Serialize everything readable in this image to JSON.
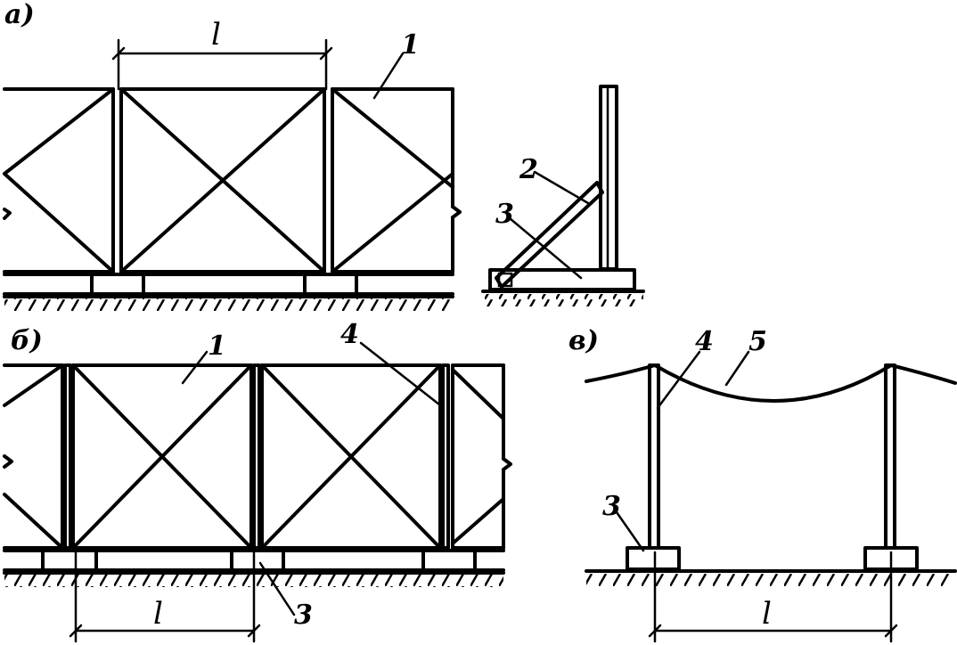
{
  "panels": {
    "a": "а)",
    "b": "б)",
    "c": "в)"
  },
  "numbers": {
    "n1": "1",
    "n2": "2",
    "n3": "3",
    "n4": "4",
    "n5": "5"
  },
  "dimension": "l"
}
